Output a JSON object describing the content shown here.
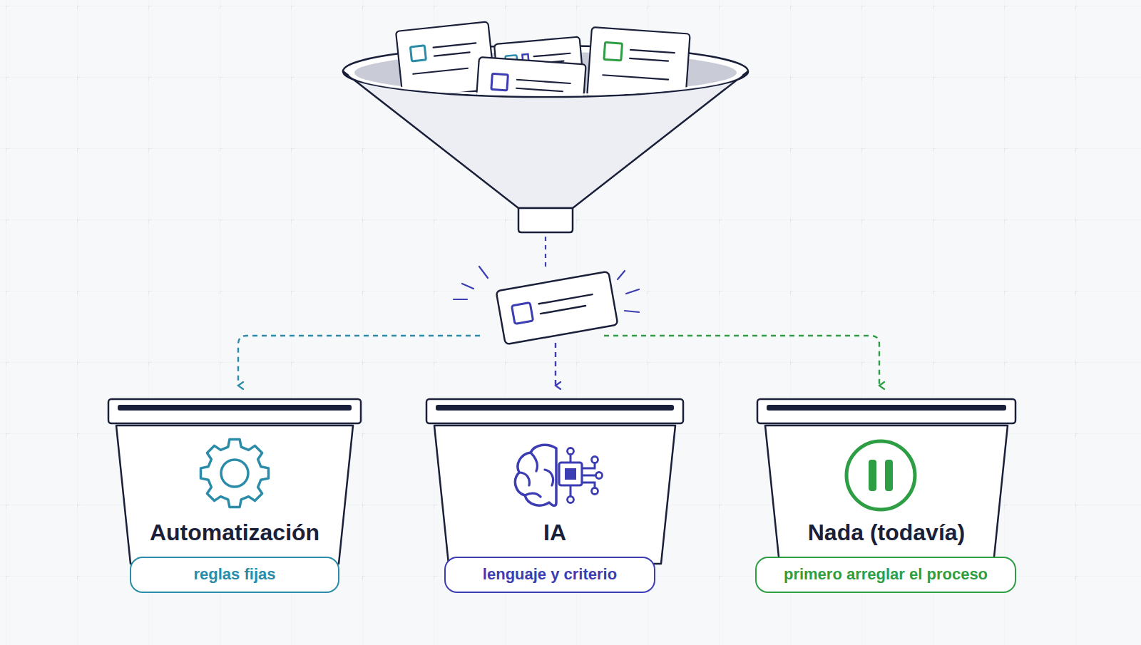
{
  "diagram": {
    "nodes": [
      {
        "text": [
          "Automatización"
        ]
      },
      {
        "text": [
          "reglas fijas"
        ],
        "in": 0
      },
      {
        "text": [
          "IA"
        ]
      },
      {
        "text": [
          "lenguaje y criterio"
        ],
        "in": 2
      },
      {
        "text": [
          "Nada (todavía)"
        ]
      },
      {
        "text": [
          "primero arreglar el proceso"
        ],
        "in": 4
      }
    ]
  }
}
